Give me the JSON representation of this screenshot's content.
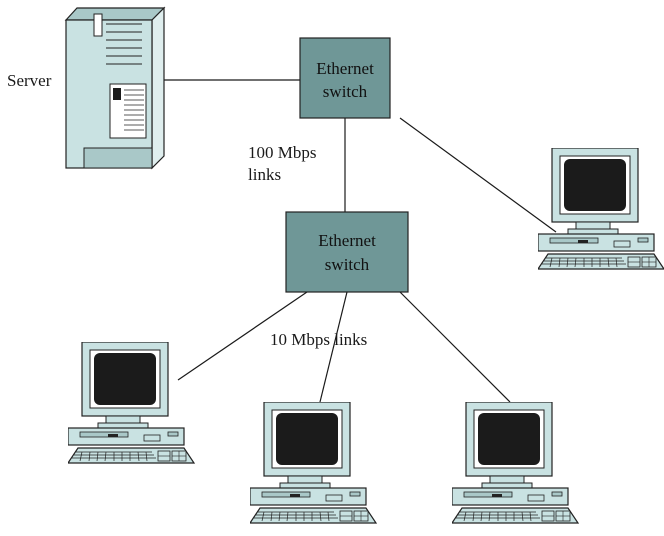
{
  "server": {
    "label": "Server"
  },
  "switch_top": {
    "line1": "Ethernet",
    "line2": "switch"
  },
  "switch_mid": {
    "line1": "Ethernet",
    "line2": "switch"
  },
  "uplink_label": {
    "line1": "100 Mbps",
    "line2": "links"
  },
  "access_label": {
    "text": "10 Mbps links"
  },
  "colors": {
    "switch_fill": "#6f9797",
    "device_fill": "#c9e2e2",
    "device_shade": "#a9c8c8",
    "screen": "#1b1b1b",
    "link": "#1a1a1a"
  }
}
